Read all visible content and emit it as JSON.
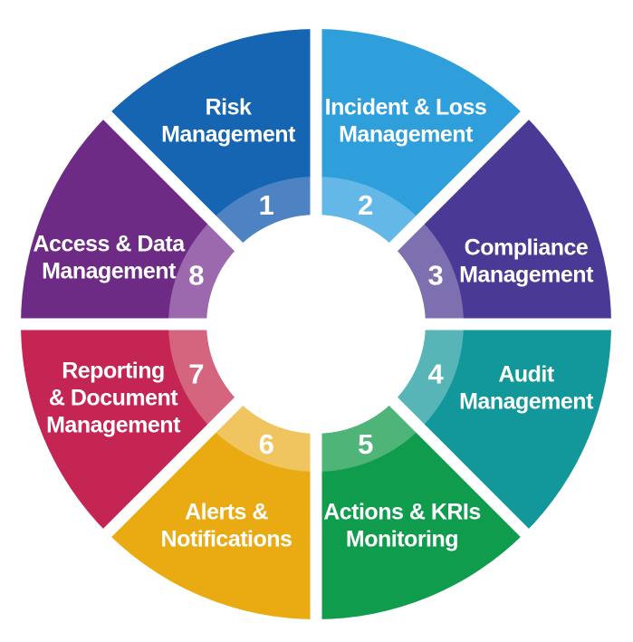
{
  "diagram": {
    "type": "segmented-process-wheel",
    "background_color": "#ffffff",
    "divider_color": "#ffffff",
    "label_color": "#ffffff",
    "segments": [
      {
        "number": "1",
        "label": "Risk Management",
        "label_lines": [
          "Risk",
          "Management"
        ],
        "color": "#1565b3",
        "inner_band_color": "#4e83c3"
      },
      {
        "number": "2",
        "label": "Incident & Loss Management",
        "label_lines": [
          "Incident & Loss",
          "Management"
        ],
        "color": "#2e9fdb",
        "inner_band_color": "#63b8e7"
      },
      {
        "number": "3",
        "label": "Compliance Management",
        "label_lines": [
          "Compliance",
          "Management"
        ],
        "color": "#4b3a95",
        "inner_band_color": "#7e6fb1"
      },
      {
        "number": "4",
        "label": "Audit Management",
        "label_lines": [
          "Audit",
          "Management"
        ],
        "color": "#12989a",
        "inner_band_color": "#58b5b7"
      },
      {
        "number": "5",
        "label": "Actions & KRIs Monitoring",
        "label_lines": [
          "Actions & KRIs",
          "Monitoring"
        ],
        "color": "#0f9c4d",
        "inner_band_color": "#4fb478"
      },
      {
        "number": "6",
        "label": "Alerts & Notifications",
        "label_lines": [
          "Alerts &",
          "Notifications"
        ],
        "color": "#eaaa12",
        "inner_band_color": "#f0c55f"
      },
      {
        "number": "7",
        "label": "Reporting & Document Management",
        "label_lines": [
          "Reporting",
          "& Document",
          "Management"
        ],
        "color": "#c42552",
        "inner_band_color": "#d5647f"
      },
      {
        "number": "8",
        "label": "Access & Data Management",
        "label_lines": [
          "Access & Data",
          "Management"
        ],
        "color": "#6d2b85",
        "inner_band_color": "#9c69ae"
      }
    ]
  }
}
